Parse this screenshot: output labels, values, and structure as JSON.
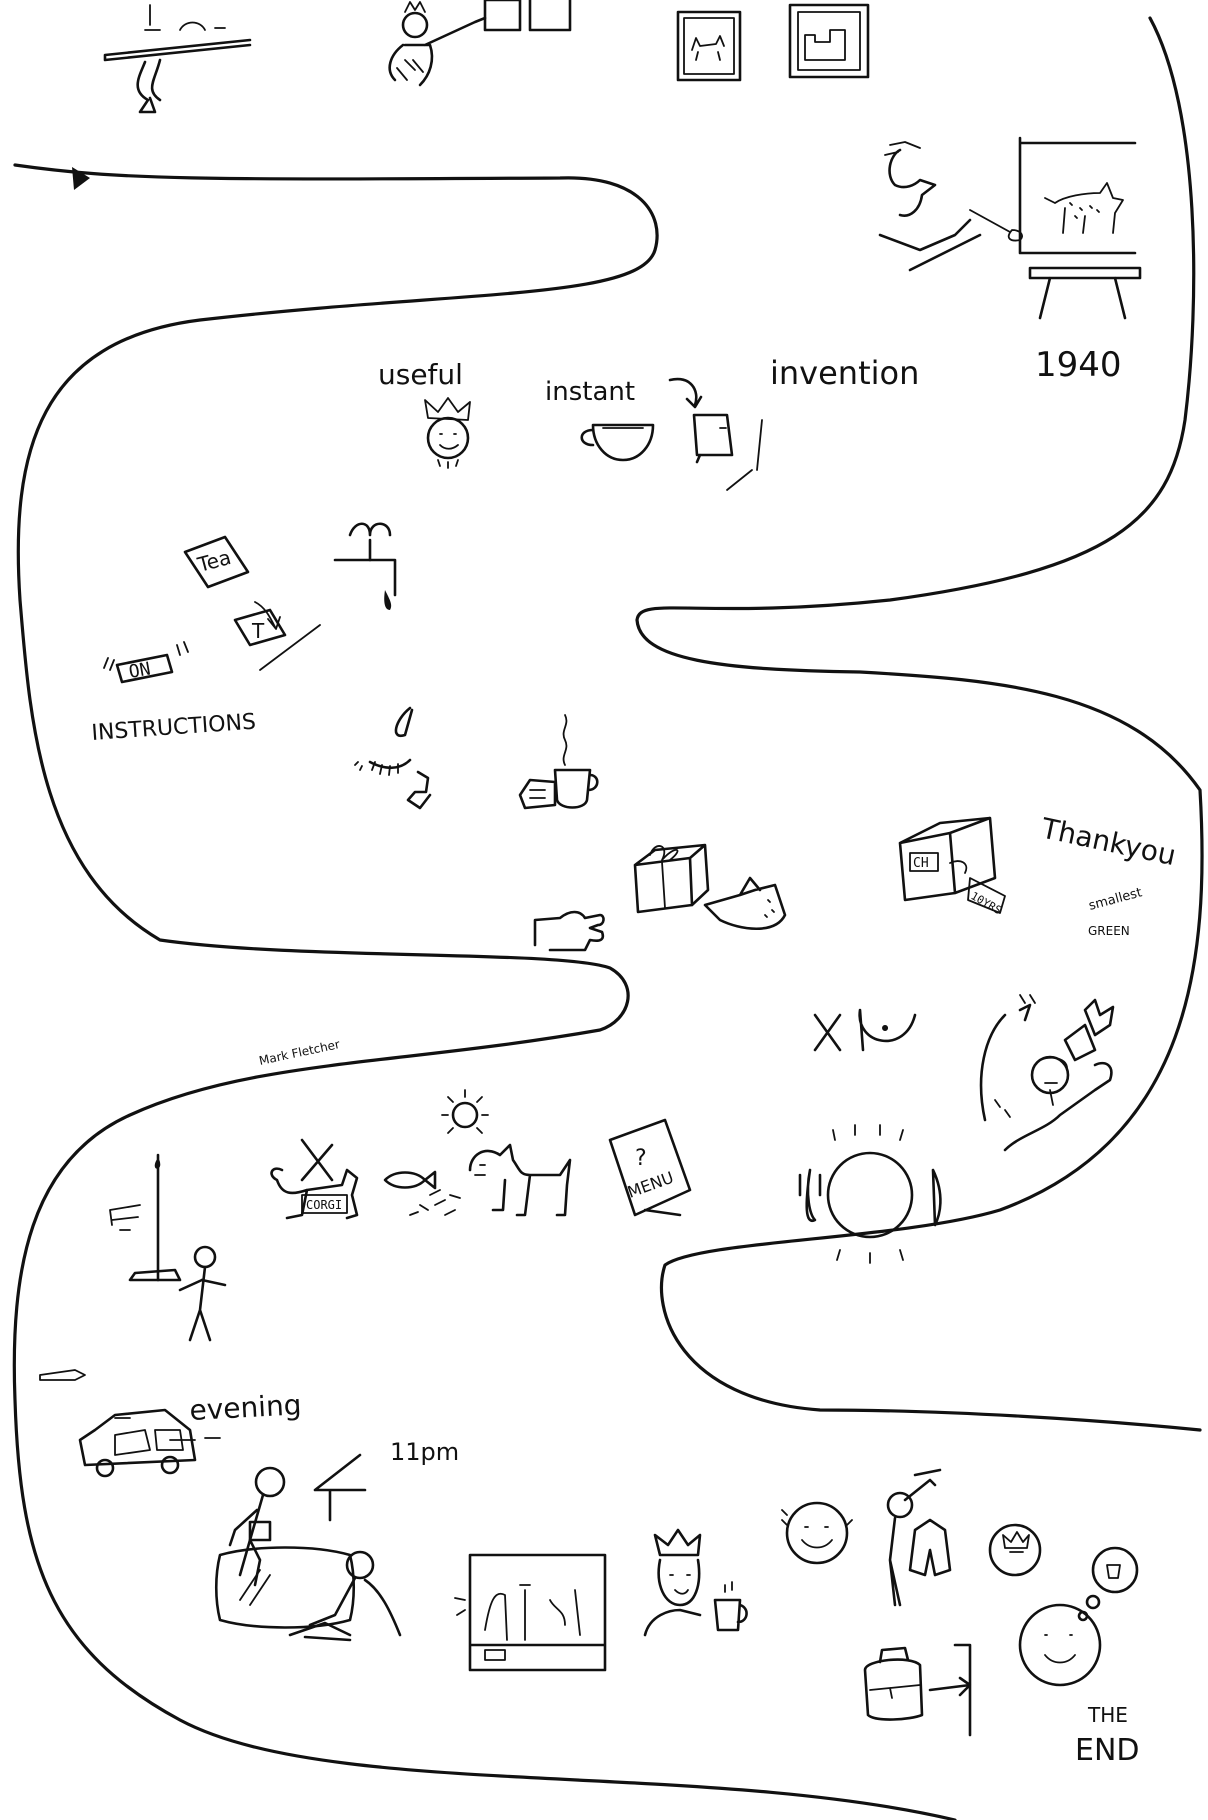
{
  "labels": {
    "useful": "useful",
    "instant": "instant",
    "invention": "invention",
    "year": "1940",
    "tea": "Tea",
    "on": "ON",
    "t_box": "T",
    "instructions": "INSTRUCTIONS",
    "thankyou": "Thankyou",
    "smallest": "smallest",
    "green": "GREEN",
    "ch": "CH",
    "tag": "10YRS",
    "signature": "Mark Fletcher",
    "corgi": "CORGI",
    "menu_q": "?",
    "menu": "MENU",
    "evening": "evening",
    "time": "11pm",
    "the": "THE",
    "end": "END"
  },
  "icons": [
    "table-icon",
    "pointing-queen-icon",
    "dog-painting-icon",
    "castle-painting-icon",
    "painter-icon",
    "easel-dog-icon",
    "queen-face-icon",
    "teacup-icon",
    "arrow-icon",
    "jar-icon",
    "tap-icon",
    "tea-packet-icon",
    "on-switch-icon",
    "closed-eye-icon",
    "hand-cup-icon",
    "hand-icon",
    "gift-icon",
    "reaching-hand-icon",
    "parcel-icon",
    "cross-icon",
    "smile-icon",
    "queen-waving-icon",
    "crossed-corgi-icon",
    "fish-food-icon",
    "sun-icon",
    "happy-dog-icon",
    "menu-card-icon",
    "plate-cutlery-icon",
    "lamp-post-icon",
    "stick-person-icon",
    "car-icon",
    "walking-person-icon",
    "chair-icon",
    "tv-person-icon",
    "tv-screen-icon",
    "queen-cup-icon",
    "smiley-icon",
    "person-coat-icon",
    "thought-bubble-icon",
    "bag-door-icon"
  ]
}
